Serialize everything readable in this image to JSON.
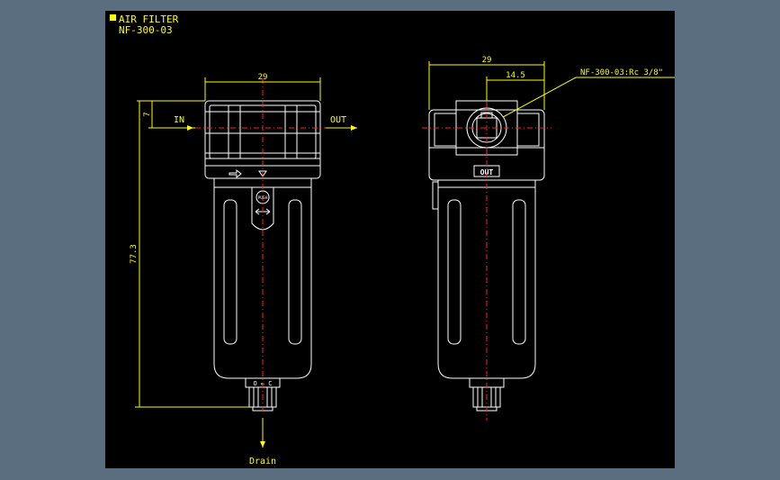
{
  "title": {
    "line1": "AIR FILTER",
    "line2": "NF-300-03"
  },
  "front_view": {
    "width_dim": "29",
    "top_dim": "7",
    "height_dim": "77.3",
    "in_label": "IN",
    "out_label": "OUT",
    "drain_label": "Drain",
    "push_label": "PUSH",
    "drain_valve_label": "O ← C"
  },
  "side_view": {
    "width_dim": "29",
    "half_dim": "14.5",
    "callout": "NF-300-03:Rc 3/8\"",
    "out_label": "OUT"
  },
  "colors": {
    "background": "#5b6e80",
    "canvas": "#000000",
    "outline": "#ffffff",
    "dimension": "#ffff00",
    "centerline": "#ff2020"
  }
}
